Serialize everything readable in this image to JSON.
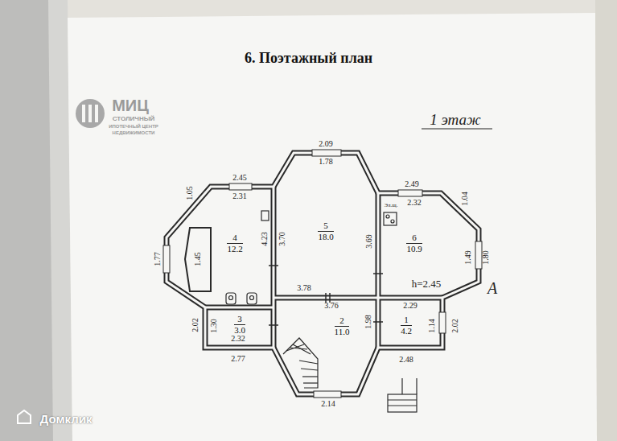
{
  "diagram": {
    "title": "6. Поэтажный план",
    "nodes": [
      {
        "text": [
          "4",
          "12.2"
        ]
      },
      {
        "text": [
          "5",
          "18.0"
        ]
      },
      {
        "text": [
          "6",
          "10.9"
        ]
      },
      {
        "text": [
          "3",
          "3.0"
        ]
      },
      {
        "text": [
          "2",
          "11.0"
        ]
      },
      {
        "text": [
          "1",
          "4.2"
        ]
      }
    ],
    "labels": [
      "1 этаж",
      "МИЦ",
      "СТОЛИЧНЫЙ",
      "ИПОТЕЧНЫЙ ЦЕНТР",
      "НЕДВИЖИМОСТИ",
      "2.09",
      "1.78",
      "2.45",
      "2.31",
      "1.05",
      "1.77",
      "1.45",
      "4.23",
      "3.70",
      "2.49",
      "2.32",
      "Эл.щ.",
      "1.04",
      "3.69",
      "1.49",
      "1.80",
      "h=2.45",
      "А",
      "3.78",
      "3.76",
      "2.29",
      "2.02",
      "1.30",
      "2.32",
      "1.98",
      "1.14",
      "2.02",
      "2.77",
      "2.48",
      "2.14",
      "Домклик"
    ]
  }
}
